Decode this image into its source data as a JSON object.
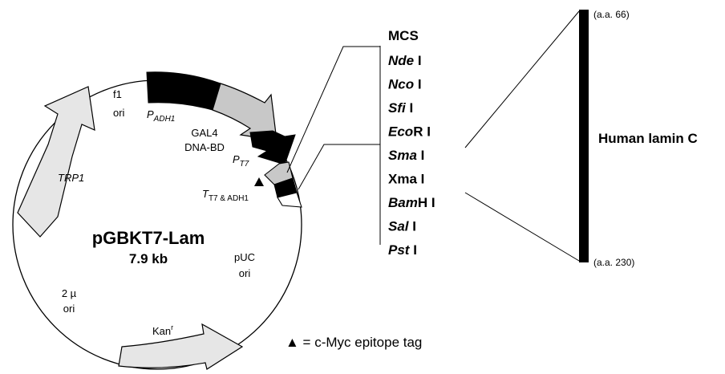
{
  "plasmid": {
    "name": "pGBKT7-Lam",
    "size": "7.9 kb"
  },
  "features": {
    "f1_ori": [
      "f1",
      "ori"
    ],
    "p_adh1": {
      "main": "P",
      "sub": "ADH1"
    },
    "gal4_dna_bd": [
      "GAL4",
      "DNA-BD"
    ],
    "p_t7": {
      "main": "P",
      "sub": "T7"
    },
    "t_t7_adh1": {
      "main": "T",
      "sub": "T7",
      "rest": " & ADH1"
    },
    "trp1": "TRP1",
    "puc_ori": [
      "pUC",
      "ori"
    ],
    "two_mu_ori": [
      "2 µ",
      "ori"
    ],
    "kan": {
      "main": "Kan",
      "sup": "r"
    }
  },
  "mcs": {
    "header": "MCS",
    "sites": [
      {
        "italic": "Nde",
        "rest": " I"
      },
      {
        "italic": "Nco",
        "rest": " I"
      },
      {
        "italic": "Sfi",
        "rest": " I"
      },
      {
        "italic": "Eco",
        "rest": "R I"
      },
      {
        "italic": "Sma",
        "rest": " I"
      },
      {
        "italic": "",
        "rest": "Xma I"
      },
      {
        "italic": "Bam",
        "rest": "H I"
      },
      {
        "italic": "Sal",
        "rest": " I"
      },
      {
        "italic": "Pst",
        "rest": " I"
      }
    ]
  },
  "insert": {
    "name": "Human lamin C",
    "top_label": "(a.a. 66)",
    "bottom_label": "(a.a. 230)"
  },
  "legend": {
    "symbol": "▲",
    "text": " = c-Myc epitope tag"
  },
  "colors": {
    "black": "#000000",
    "gray": "#c8c8c8",
    "light": "#e6e6e6"
  }
}
